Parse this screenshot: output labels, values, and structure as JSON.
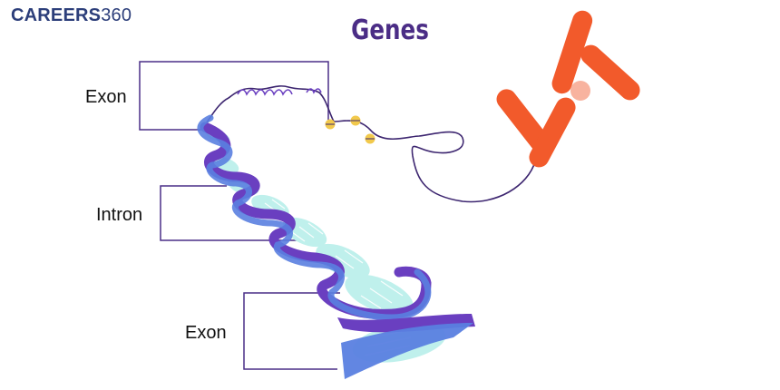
{
  "brand": {
    "word": "CAREERS",
    "number": "360"
  },
  "title": "Genes",
  "labels": {
    "exon_top": "Exon",
    "intron": "Intron",
    "exon_bottom": "Exon"
  },
  "colors": {
    "title": "#4b2d86",
    "bracket": "#4a2f87",
    "dna_purple": "#6a3fc0",
    "dna_blue": "#5a7fe0",
    "base_pairs": "#bff0ec",
    "chromosome": "#f25a2b",
    "centromere": "#f8b39f",
    "thread": "#3d2670",
    "nucleosome": "#f2c94c"
  }
}
